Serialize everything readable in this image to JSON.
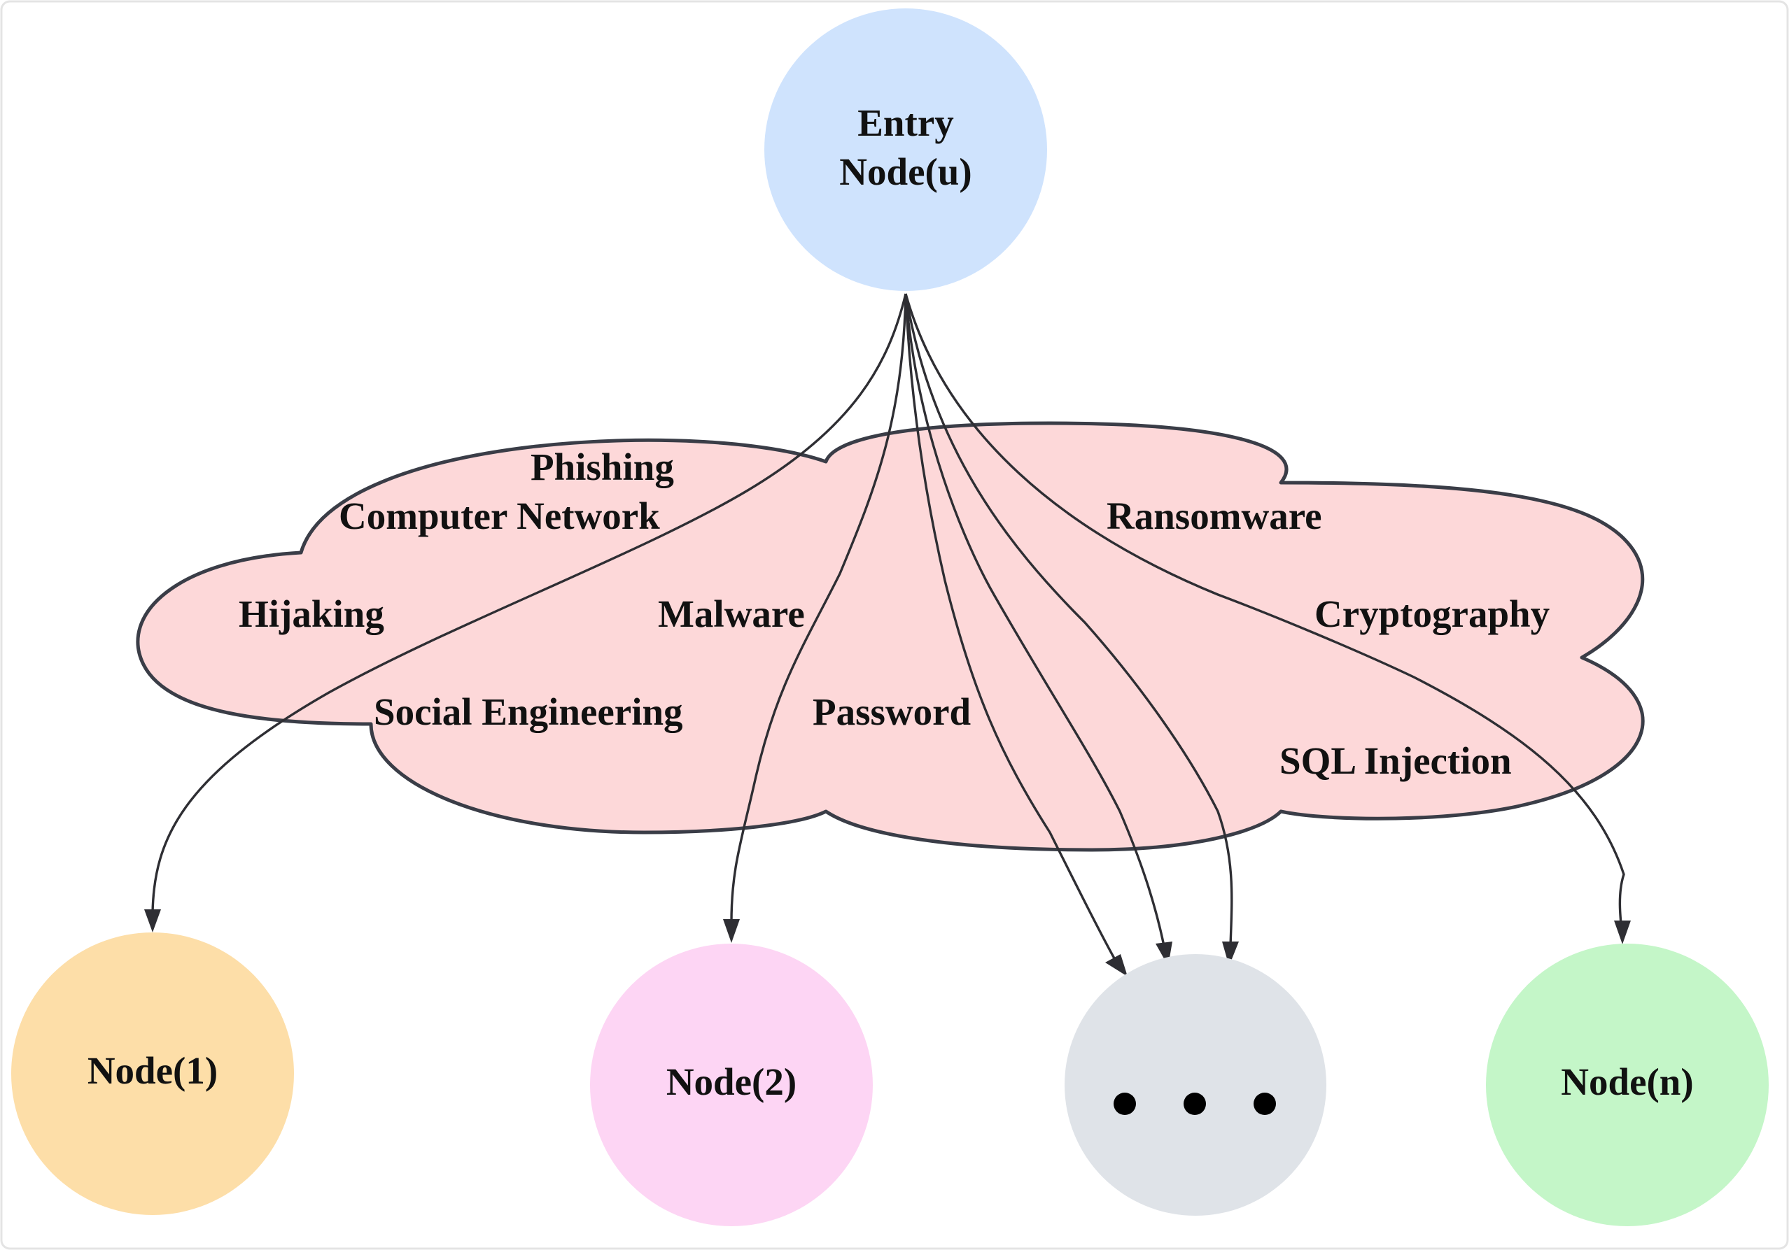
{
  "entry_node": {
    "line1": "Entry",
    "line2": "Node(u)",
    "color": "#cfe3fd"
  },
  "cloud": {
    "color": "#fdd8d9",
    "labels": {
      "phishing": "Phishing",
      "computer_network": "Computer Network",
      "hijaking": "Hijaking",
      "malware": "Malware",
      "social_engineering": "Social Engineering",
      "password": "Password",
      "ransomware": "Ransomware",
      "cryptography": "Cryptography",
      "sql_injection": "SQL Injection"
    }
  },
  "target_nodes": [
    {
      "label": "Node(1)",
      "color": "#fddea8"
    },
    {
      "label": "Node(2)",
      "color": "#fdd5f4"
    },
    {
      "label": "",
      "color": "#dfe3e8",
      "icon": "ellipsis-icon"
    },
    {
      "label": "Node(n)",
      "color": "#c4f6c8"
    }
  ]
}
